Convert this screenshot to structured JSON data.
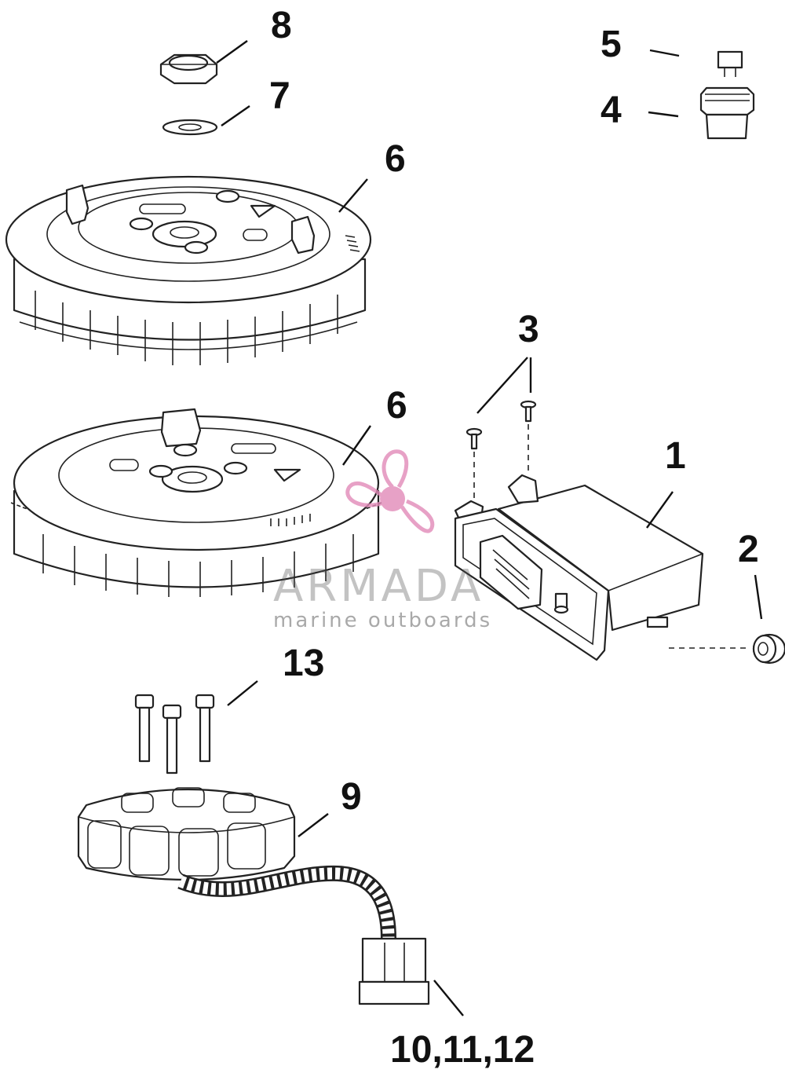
{
  "callouts": {
    "c1": "1",
    "c2": "2",
    "c3": "3",
    "c4": "4",
    "c5": "5",
    "c6a": "6",
    "c6b": "6",
    "c7": "7",
    "c8": "8",
    "c9": "9",
    "c13": "13",
    "c10_12": "10,11,12"
  },
  "watermark": {
    "brand": "ARMADA",
    "tagline": "marine outboards",
    "accent_color": "#e28ab8"
  }
}
